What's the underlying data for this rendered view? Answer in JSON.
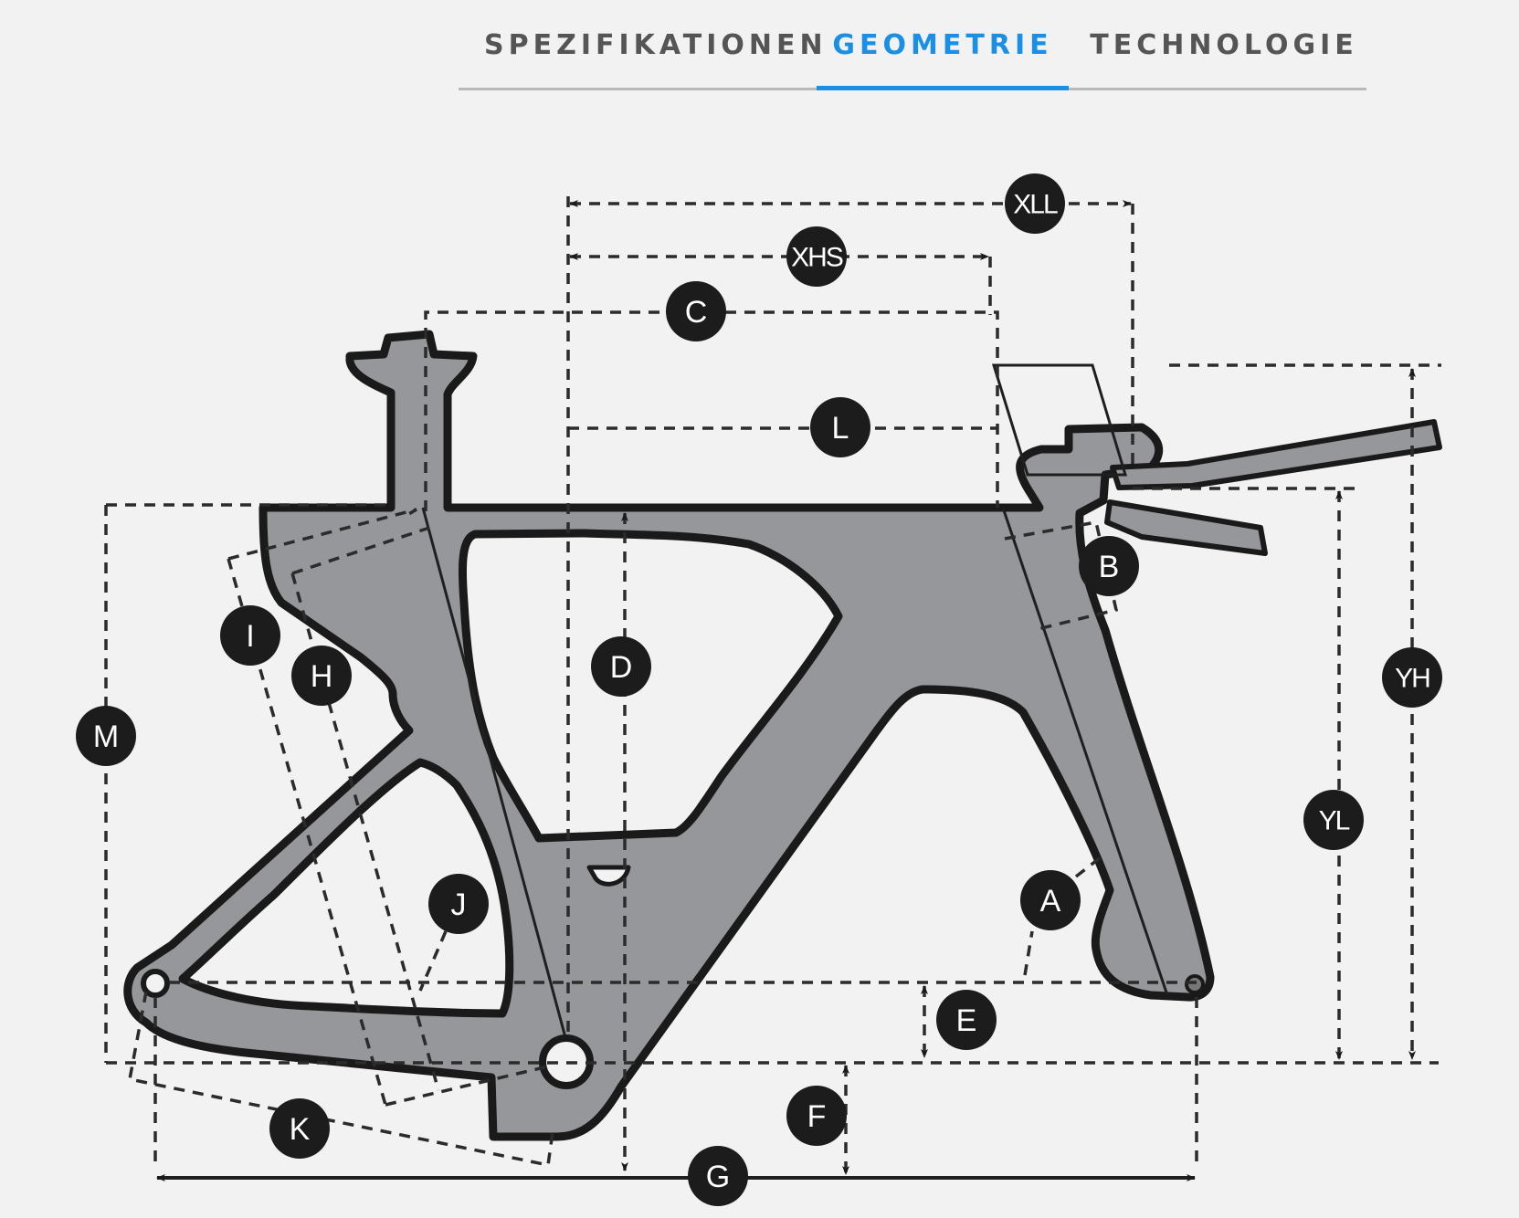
{
  "tabs": [
    {
      "id": "spezifikationen",
      "label": "SPEZIFIKATIONEN",
      "active": false
    },
    {
      "id": "geometrie",
      "label": "GEOMETRIE",
      "active": true
    },
    {
      "id": "technologie",
      "label": "TECHNOLOGIE",
      "active": false
    }
  ],
  "colors": {
    "active_tab": "#1a8fe3",
    "inactive_tab": "#555555",
    "frame_fill": "#96979a",
    "background": "#f2f2f2"
  },
  "dimension_labels": {
    "xll": "XLL",
    "xhs": "XHS",
    "c": "C",
    "l": "L",
    "b": "B",
    "i": "I",
    "h": "H",
    "m": "M",
    "d": "D",
    "yh": "YH",
    "yl": "YL",
    "a": "A",
    "j": "J",
    "e": "E",
    "f": "F",
    "k": "K",
    "g": "G"
  }
}
